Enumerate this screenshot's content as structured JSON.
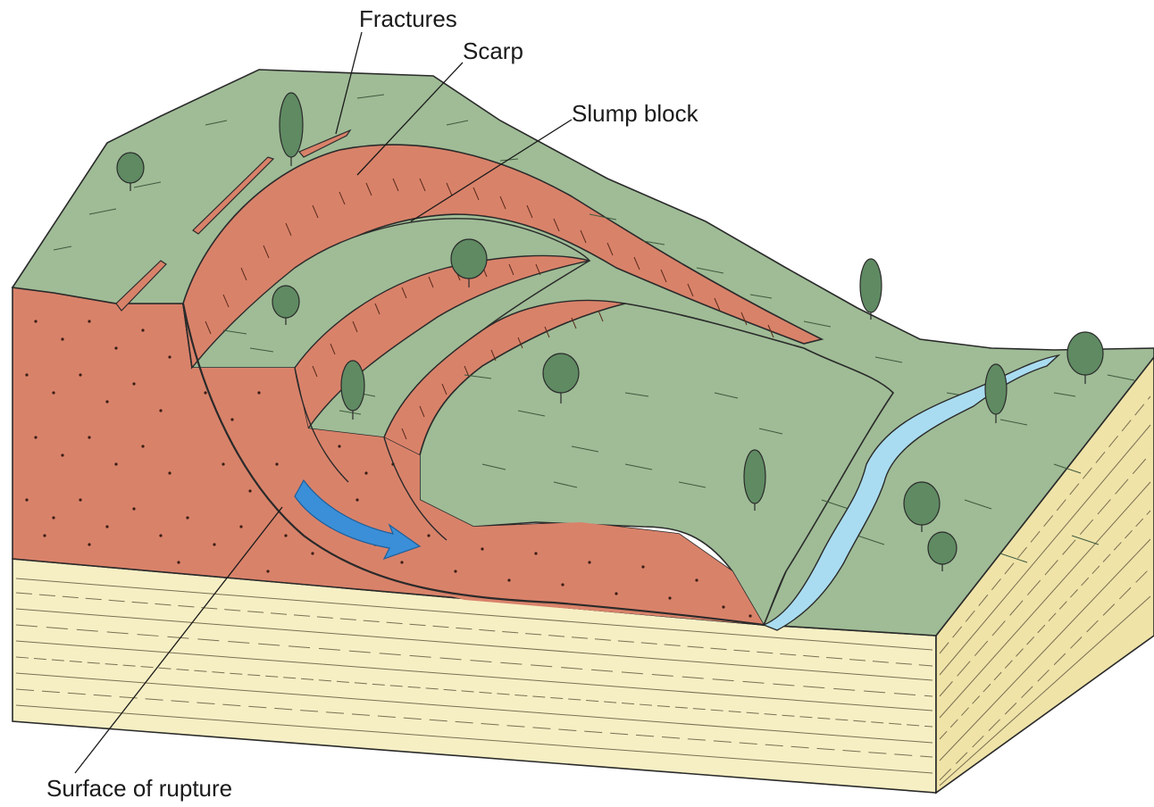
{
  "labels": {
    "fractures": "Fractures",
    "scarp": "Scarp",
    "slump_block": "Slump block",
    "surface_of_rupture": "Surface of rupture"
  },
  "colors": {
    "grass": "#9fbc96",
    "soil": "#d9826a",
    "bedrock": "#f6efc4",
    "bedrock_side": "#efe3a8",
    "stream": "#a9dcf0",
    "arrow": "#3a8fd8",
    "tree": "#5f8a62"
  },
  "icons": {
    "movement_arrow": "curved-arrow-icon",
    "tree": "tree-icon"
  }
}
